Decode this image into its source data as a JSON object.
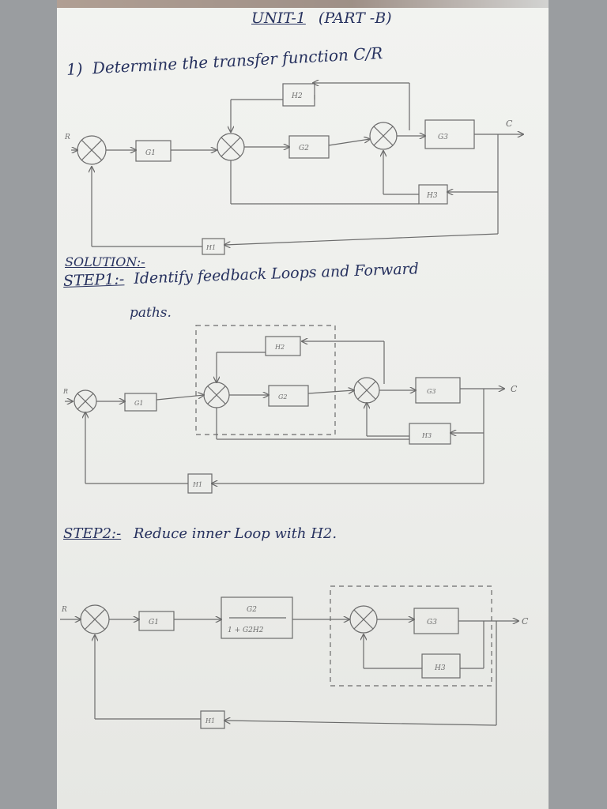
{
  "heading": {
    "unit": "UNIT-1",
    "part": "(PART -B)"
  },
  "question": {
    "number": "1)",
    "text": "Determine the transfer function C/R"
  },
  "solution_label": "SOLUTION:-",
  "step1": {
    "label": "STEP1:-",
    "line1": "Identify feedback Loops and Forward",
    "line2": "paths."
  },
  "step2": {
    "label": "STEP2:-",
    "text": "Reduce inner Loop with H2."
  },
  "blocks": {
    "G1": "G1",
    "G2": "G2",
    "G3": "G3",
    "H1": "H1",
    "H2": "H2",
    "H3": "H3"
  },
  "signals": {
    "R": "R",
    "C": "C"
  },
  "reduced_block": {
    "numerator": "G2",
    "denominator": "1 + G2H2"
  },
  "colors": {
    "pen": "#27325f",
    "pencil": "#6b6b6b",
    "paper": "#eeefec"
  }
}
